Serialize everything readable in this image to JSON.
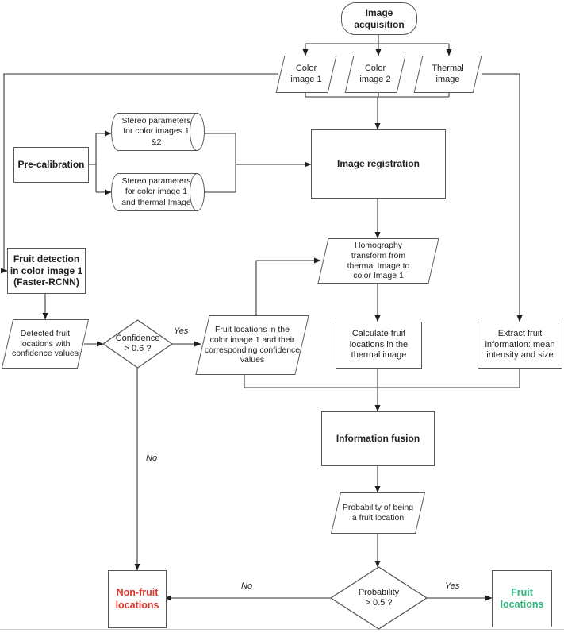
{
  "diagram": {
    "nodes": {
      "image_acquisition": {
        "shape": "terminator",
        "lines": [
          "Image",
          "acquisition"
        ]
      },
      "color_image_1": {
        "shape": "data",
        "lines": [
          "Color",
          "image 1"
        ]
      },
      "color_image_2": {
        "shape": "data",
        "lines": [
          "Color",
          "image 2"
        ]
      },
      "thermal_image": {
        "shape": "data",
        "lines": [
          "Thermal",
          "image"
        ]
      },
      "pre_calibration": {
        "shape": "process",
        "lines": [
          "Pre-calibration"
        ]
      },
      "stereo_params_12": {
        "shape": "stored-data",
        "lines": [
          "Stereo parameters",
          "for color images 1",
          "&2"
        ]
      },
      "stereo_params_1t": {
        "shape": "stored-data",
        "lines": [
          "Stereo parameters",
          "for color image 1",
          "and thermal Image"
        ]
      },
      "image_registration": {
        "shape": "process",
        "lines": [
          "Image registration"
        ]
      },
      "homography": {
        "shape": "data",
        "lines": [
          "Homography",
          "transform from",
          "thermal Image to",
          "color Image 1"
        ]
      },
      "fruit_detection": {
        "shape": "process",
        "lines": [
          "Fruit detection",
          "in color image 1",
          "(Faster-RCNN)"
        ]
      },
      "detected_fruit": {
        "shape": "data",
        "lines": [
          "Detected fruit",
          "locations with",
          "confidence values"
        ]
      },
      "confidence_decision": {
        "shape": "decision",
        "lines": [
          "Confidence",
          "> 0.6 ?"
        ]
      },
      "fruit_locations_color": {
        "shape": "data",
        "lines": [
          "Fruit locations in the",
          "color image 1 and their",
          "corresponding confidence",
          "values"
        ]
      },
      "calculate_fruit": {
        "shape": "process",
        "lines": [
          "Calculate fruit",
          "locations in the",
          "thermal image"
        ]
      },
      "extract_fruit": {
        "shape": "process",
        "lines": [
          "Extract fruit",
          "information: mean",
          "intensity and size"
        ]
      },
      "information_fusion": {
        "shape": "process",
        "lines": [
          "Information fusion"
        ]
      },
      "probability_being": {
        "shape": "data",
        "lines": [
          "Probability of being",
          "a fruit location"
        ]
      },
      "probability_decision": {
        "shape": "decision",
        "lines": [
          "Probability",
          "> 0.5 ?"
        ]
      },
      "non_fruit_locations": {
        "shape": "process",
        "lines": [
          "Non-fruit",
          "locations"
        ]
      },
      "fruit_locations": {
        "shape": "process",
        "lines": [
          "Fruit",
          "locations"
        ]
      }
    },
    "edge_labels": {
      "confidence_yes": "Yes",
      "confidence_no": "No",
      "probability_no": "No",
      "probability_yes": "Yes"
    },
    "edges": [
      {
        "from": "image_acquisition",
        "to": "color_image_1"
      },
      {
        "from": "image_acquisition",
        "to": "color_image_2"
      },
      {
        "from": "image_acquisition",
        "to": "thermal_image"
      },
      {
        "from": "color_image_1",
        "to": "image_registration"
      },
      {
        "from": "color_image_2",
        "to": "image_registration"
      },
      {
        "from": "thermal_image",
        "to": "image_registration"
      },
      {
        "from": "color_image_1",
        "to": "fruit_detection"
      },
      {
        "from": "thermal_image",
        "to": "extract_fruit"
      },
      {
        "from": "pre_calibration",
        "to": "stereo_params_12"
      },
      {
        "from": "pre_calibration",
        "to": "stereo_params_1t"
      },
      {
        "from": "stereo_params_12",
        "to": "image_registration"
      },
      {
        "from": "stereo_params_1t",
        "to": "image_registration"
      },
      {
        "from": "image_registration",
        "to": "homography"
      },
      {
        "from": "homography",
        "to": "calculate_fruit"
      },
      {
        "from": "fruit_locations_color",
        "to": "homography"
      },
      {
        "from": "fruit_detection",
        "to": "detected_fruit"
      },
      {
        "from": "detected_fruit",
        "to": "confidence_decision"
      },
      {
        "from": "confidence_decision",
        "to": "fruit_locations_color",
        "label": "Yes"
      },
      {
        "from": "confidence_decision",
        "to": "non_fruit_locations",
        "label": "No"
      },
      {
        "from": "fruit_locations_color",
        "to": "information_fusion"
      },
      {
        "from": "calculate_fruit",
        "to": "information_fusion"
      },
      {
        "from": "extract_fruit",
        "to": "information_fusion"
      },
      {
        "from": "information_fusion",
        "to": "probability_being"
      },
      {
        "from": "probability_being",
        "to": "probability_decision"
      },
      {
        "from": "probability_decision",
        "to": "non_fruit_locations",
        "label": "No"
      },
      {
        "from": "probability_decision",
        "to": "fruit_locations",
        "label": "Yes"
      }
    ],
    "colors": {
      "line": "#595959",
      "arrow": "#1f1f1f",
      "text": "#1f1f1f",
      "non_fruit_text": "#df372e",
      "fruit_text": "#32b47c",
      "background": "#ffffff"
    }
  }
}
